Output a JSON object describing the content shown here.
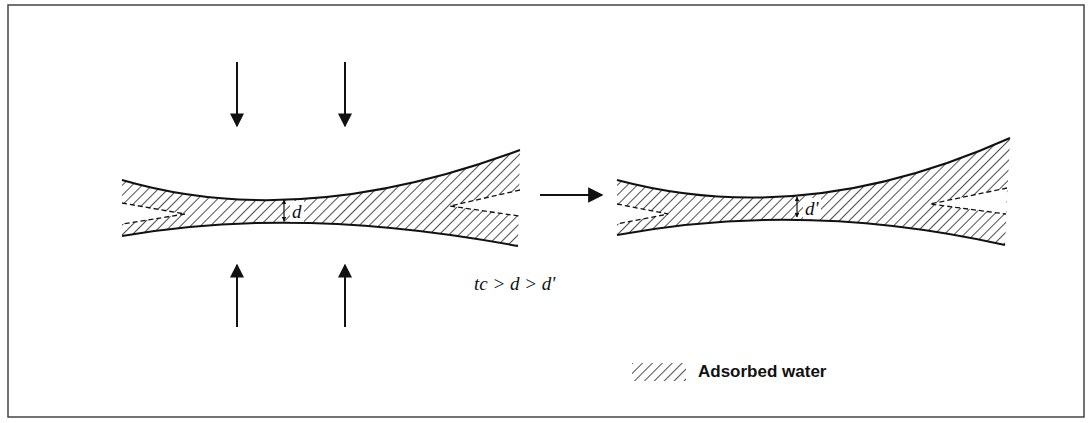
{
  "diagram": {
    "labels": [
      "d",
      "d'",
      "tc > d > d'"
    ],
    "legend": [
      {
        "text": "Adsorbed water"
      }
    ]
  }
}
